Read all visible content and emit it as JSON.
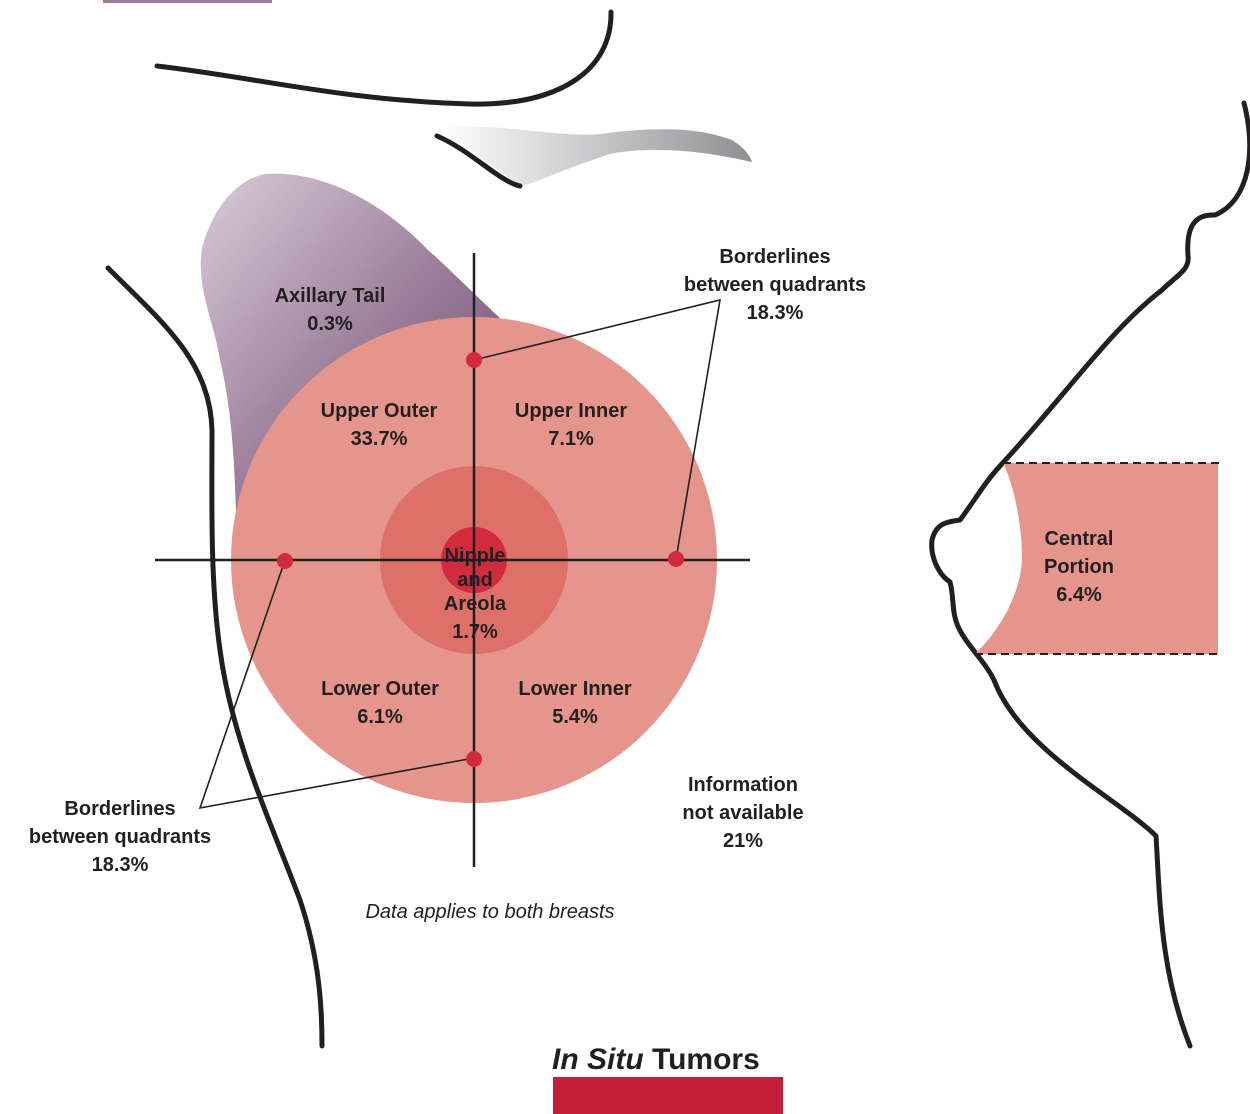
{
  "regions": {
    "axillary_tail": {
      "name": "Axillary Tail",
      "value": "0.3%"
    },
    "upper_outer": {
      "name": "Upper Outer",
      "value": "33.7%"
    },
    "upper_inner": {
      "name": "Upper Inner",
      "value": "7.1%"
    },
    "lower_outer": {
      "name": "Lower Outer",
      "value": "6.1%"
    },
    "lower_inner": {
      "name": "Lower Inner",
      "value": "5.4%"
    },
    "nipple": {
      "line1": "Nipple",
      "line2": "and",
      "line3": "Areola",
      "value": "1.7%"
    },
    "central": {
      "line1": "Central",
      "line2": "Portion",
      "value": "6.4%"
    }
  },
  "borderlines_top": {
    "line1": "Borderlines",
    "line2": "between quadrants",
    "value": "18.3%"
  },
  "borderlines_bottom": {
    "line1": "Borderlines",
    "line2": "between quadrants",
    "value": "18.3%"
  },
  "info_na": {
    "line1": "Information",
    "line2": "not available",
    "value": "21%"
  },
  "note": "Data applies to both breasts",
  "title": {
    "italic": "In Situ",
    "rest": " Tumors"
  },
  "colors": {
    "quadrant_fill": "#e6958d",
    "areola_fill": "#de7069",
    "nipple_fill": "#d22b3e",
    "title_bar": "#c41e3a",
    "axillary_fill": "#8e6a8c",
    "outline": "#231f20"
  }
}
